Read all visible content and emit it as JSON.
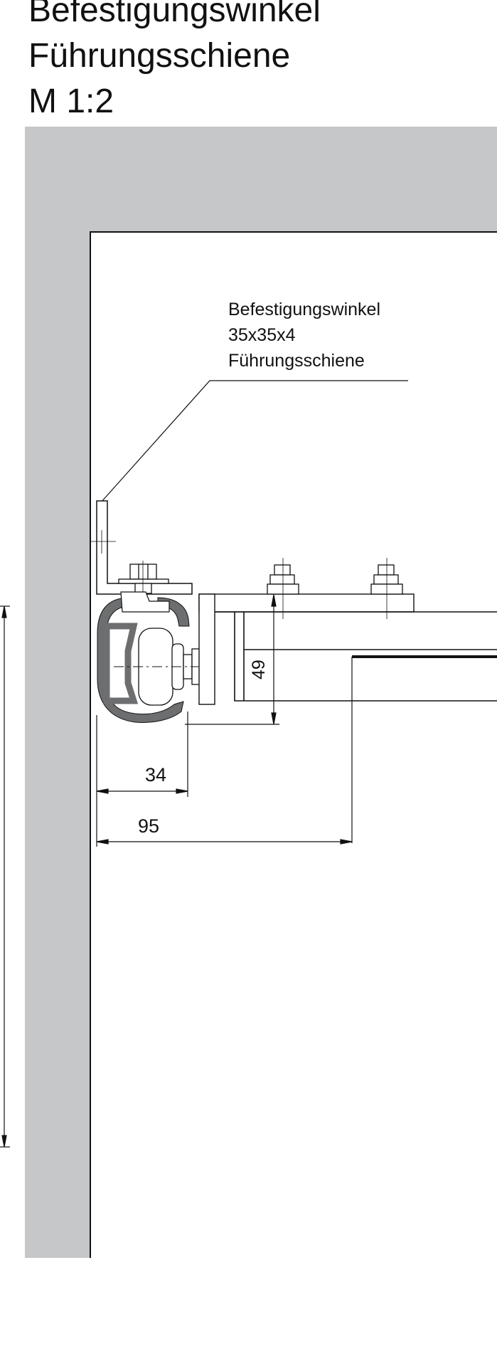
{
  "title": {
    "line1": "Befestigungswinkel",
    "line2": "Führungsschiene",
    "scale": "M 1:2"
  },
  "callout": {
    "line1": "Befestigungswinkel",
    "line2": "35x35x4",
    "line3": "Führungsschiene"
  },
  "dimensions": {
    "height": "49",
    "width_small": "34",
    "width_large": "95"
  },
  "colors": {
    "wall": "#c6c7c9",
    "line": "#111111",
    "profile": "#6d6e70",
    "background": "#ffffff"
  }
}
